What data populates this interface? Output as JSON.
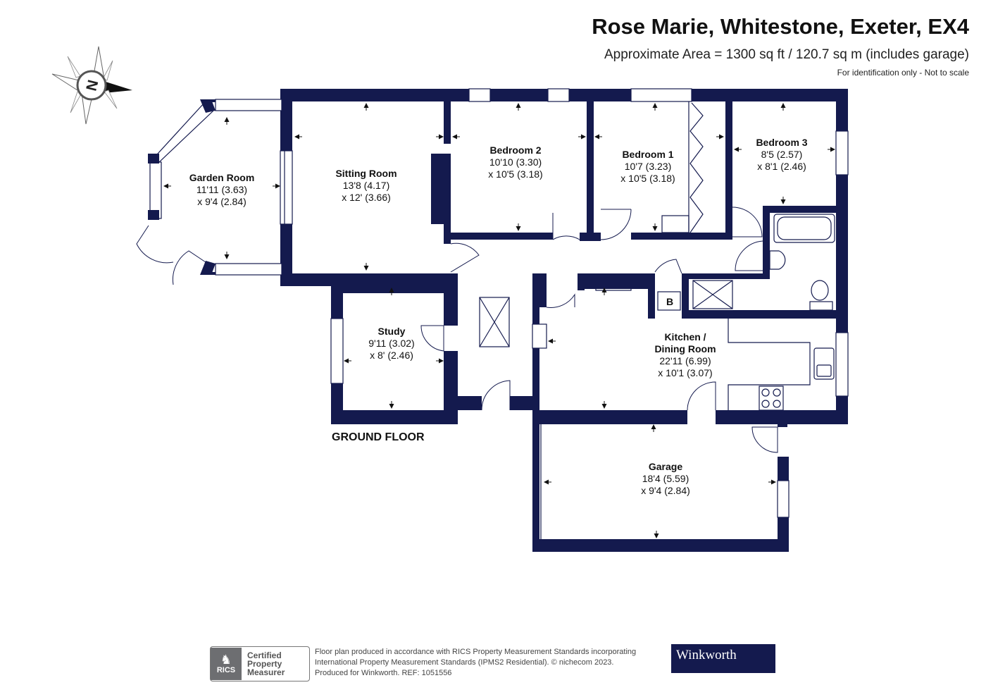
{
  "header": {
    "title": "Rose Marie, Whitestone, Exeter, EX4",
    "area": "Approximate Area = 1300 sq ft / 120.7 sq m (includes garage)",
    "disclaimer": "For identification only - Not to scale"
  },
  "compass": {
    "label": "N"
  },
  "floor_label": "GROUND FLOOR",
  "rooms": [
    {
      "name": "Garden Room",
      "dim1": "11'11 (3.63)",
      "dim2": "x 9'4 (2.84)"
    },
    {
      "name": "Sitting Room",
      "dim1": "13'8 (4.17)",
      "dim2": "x 12' (3.66)"
    },
    {
      "name": "Bedroom 2",
      "dim1": "10'10 (3.30)",
      "dim2": "x 10'5 (3.18)"
    },
    {
      "name": "Bedroom 1",
      "dim1": "10'7 (3.23)",
      "dim2": "x 10'5 (3.18)"
    },
    {
      "name": "Bedroom 3",
      "dim1": "8'5 (2.57)",
      "dim2": "x 8'1 (2.46)"
    },
    {
      "name": "Study",
      "dim1": "9'11 (3.02)",
      "dim2": "x 8' (2.46)"
    },
    {
      "name": "Kitchen /",
      "name2": "Dining Room",
      "dim1": "22'11 (6.99)",
      "dim2": "x 10'1 (3.07)"
    },
    {
      "name": "Garage",
      "dim1": "18'4 (5.59)",
      "dim2": "x 9'4 (2.84)"
    }
  ],
  "boiler_label": "B",
  "footer": {
    "rics_symbol": "RICS",
    "rics_line1": "Certified",
    "rics_line2": "Property",
    "rics_line3": "Measurer",
    "line1": "Floor plan produced in accordance with RICS Property Measurement Standards incorporating",
    "line2": "International Property Measurement Standards (IPMS2 Residential).  © nichecom 2023.",
    "line3": "Produced for Winkworth.   REF: 1051556",
    "brand": "Winkworth"
  },
  "colors": {
    "wall": "#141a4e",
    "brand": "#141a4e"
  }
}
